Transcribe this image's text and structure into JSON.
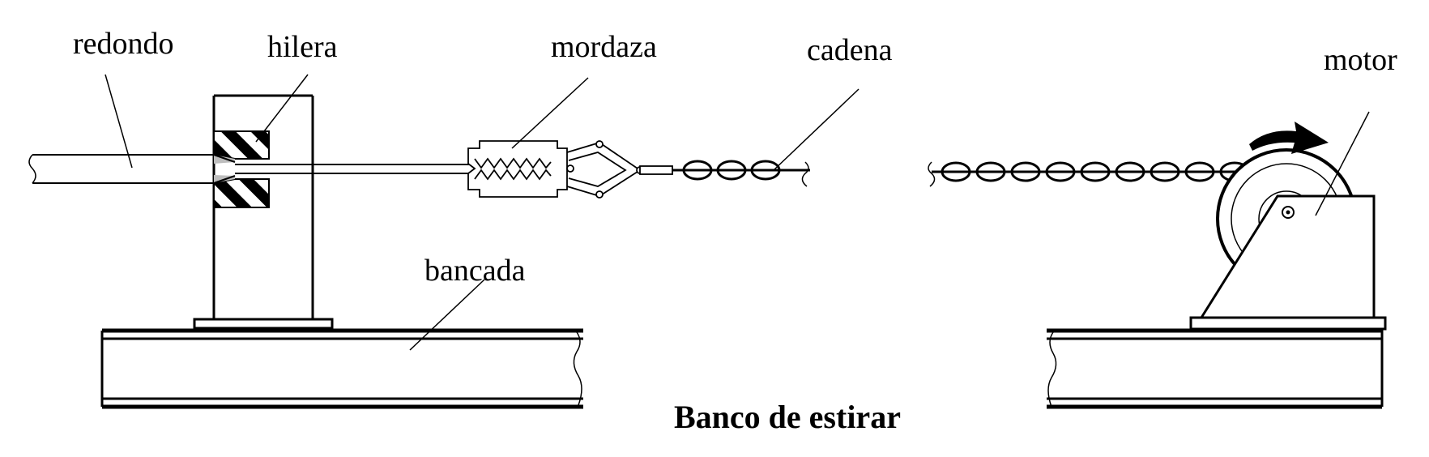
{
  "labels": {
    "redondo": "redondo",
    "hilera": "hilera",
    "mordaza": "mordaza",
    "cadena": "cadena",
    "motor": "motor",
    "bancada": "bancada"
  },
  "caption": "Banco de estirar",
  "colors": {
    "ink": "#000000",
    "paper": "#ffffff",
    "hatch_light": "#bdbdbd"
  },
  "icons": {
    "rotation": "curved-arrow-icon",
    "break": "break-line-icon"
  }
}
